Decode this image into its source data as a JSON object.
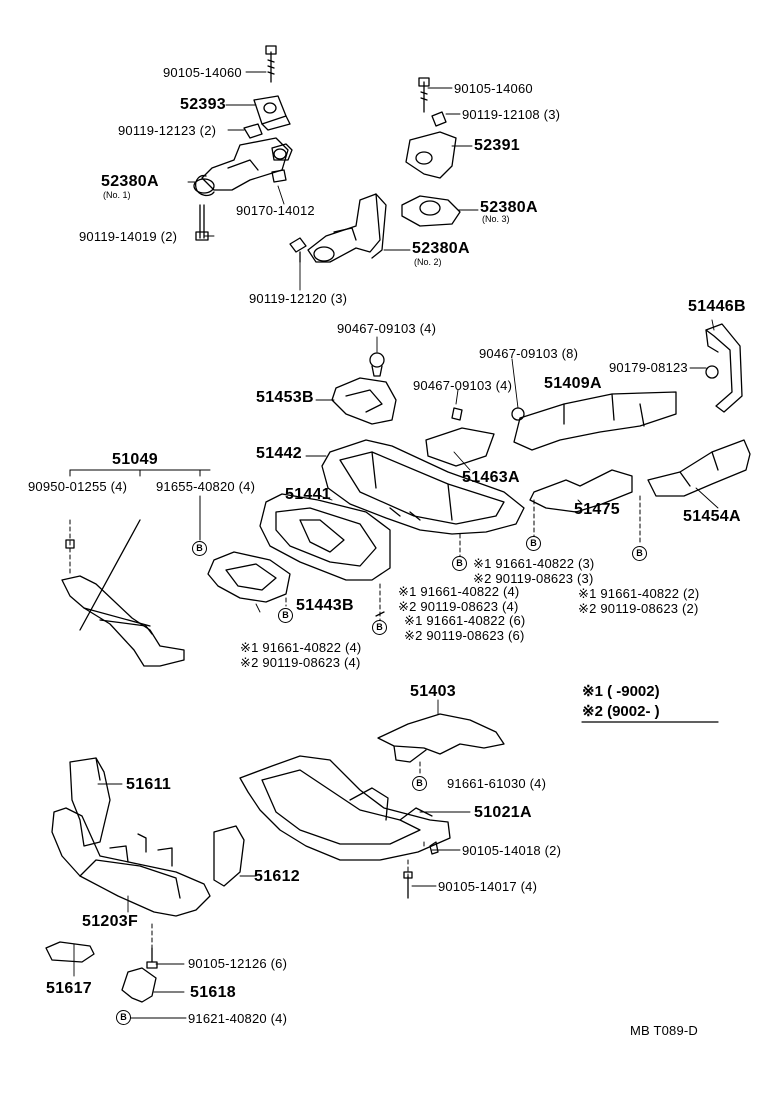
{
  "parts": {
    "p90105_14060_a": "90105-14060",
    "p52393": "52393",
    "p90119_12123": "90119-12123 (2)",
    "p52380A_1": "52380A",
    "p52380A_1_note": "(No. 1)",
    "p90170_14012": "90170-14012",
    "p90119_14019": "90119-14019 (2)",
    "p90105_14060_b": "90105-14060",
    "p90119_12108": "90119-12108 (3)",
    "p52391": "52391",
    "p52380A_3": "52380A",
    "p52380A_3_note": "(No. 3)",
    "p52380A_2": "52380A",
    "p52380A_2_note": "(No. 2)",
    "p90119_12120": "90119-12120 (3)",
    "p51446B": "51446B",
    "p90467_09103_a": "90467-09103 (4)",
    "p90467_09103_b": "90467-09103 (8)",
    "p90179_08123": "90179-08123",
    "p90467_09103_c": "90467-09103 (4)",
    "p51409A": "51409A",
    "p51453B": "51453B",
    "p51442": "51442",
    "p51463A": "51463A",
    "p51049": "51049",
    "p90950_01255": "90950-01255 (4)",
    "p91655_40820": "91655-40820 (4)",
    "p51441": "51441",
    "p51475": "51475",
    "p51454A": "51454A",
    "p51443B": "51443B",
    "n_a1": "※1 91661-40822 (3)",
    "n_a2": "※2 90119-08623 (3)",
    "n_b1": "※1 91661-40822 (4)",
    "n_b2": "※2 90119-08623 (4)",
    "n_c1": "※1 91661-40822 (6)",
    "n_c2": "※2 90119-08623 (6)",
    "n_d1": "※1 91661-40822 (4)",
    "n_d2": "※2 90119-08623 (4)",
    "n_e1": "※1 91661-40822 (2)",
    "n_e2": "※2 90119-08623 (2)",
    "p51403": "51403",
    "p91661_61030": "91661-61030 (4)",
    "p51021A": "51021A",
    "p90105_14018": "90105-14018 (2)",
    "p90105_14017": "90105-14017 (4)",
    "p51611": "51611",
    "p51612": "51612",
    "p51203F": "51203F",
    "p90105_12126": "90105-12126 (6)",
    "p51617": "51617",
    "p51618": "51618",
    "p91621_40820": "91621-40820 (4)",
    "badge": "B"
  },
  "legend": {
    "row1": "※1 (      -9002)",
    "row2": "※2 (9002-      )"
  },
  "diagram_code": "MB T089-D"
}
